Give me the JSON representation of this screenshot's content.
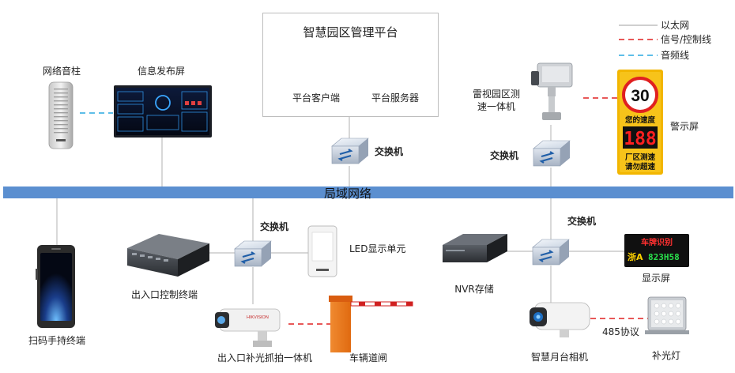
{
  "legend": {
    "ethernet": "以太网",
    "signal_control": "信号/控制线",
    "audio": "音频线"
  },
  "colors": {
    "lan_bar": "#5b8fd0",
    "ethernet_line": "#bfbfbf",
    "signal_line": "#e02020",
    "audio_line": "#29a8e0",
    "sign_border": "#f2b600",
    "sign_red": "#e02020"
  },
  "platform": {
    "title": "智慧园区管理平台",
    "client": "平台客户端",
    "server": "平台服务器"
  },
  "lan_label": "局域网络",
  "devices": {
    "speaker": "网络音柱",
    "display_screen": "信息发布屏",
    "switch_center": "交换机",
    "radar_camera_line1": "雷视园区测",
    "radar_camera_line2": "速一体机",
    "switch_top_right": "交换机",
    "warning_screen": "警示屏",
    "handheld": "扫码手持终端",
    "entrance_controller": "出入口控制终端",
    "switch_bottom_mid": "交换机",
    "led_unit": "LED显示单元",
    "capture_camera": "出入口补光抓拍一体机",
    "barrier_gate": "车辆道闸",
    "nvr": "NVR存储",
    "switch_bottom_right": "交换机",
    "display_panel": "显示屏",
    "platform_camera": "智慧月台相机",
    "protocol_485": "485协议",
    "fill_light": "补光灯"
  },
  "speed_sign": {
    "limit": "30",
    "your_speed": "您的速度",
    "digits": "188",
    "warn_line1": "厂区测速",
    "warn_line2": "请勿超速"
  },
  "panel_display": {
    "top": "车牌识别",
    "left": "浙A",
    "right": "823H58"
  },
  "camera_brand": "HIKVISION"
}
